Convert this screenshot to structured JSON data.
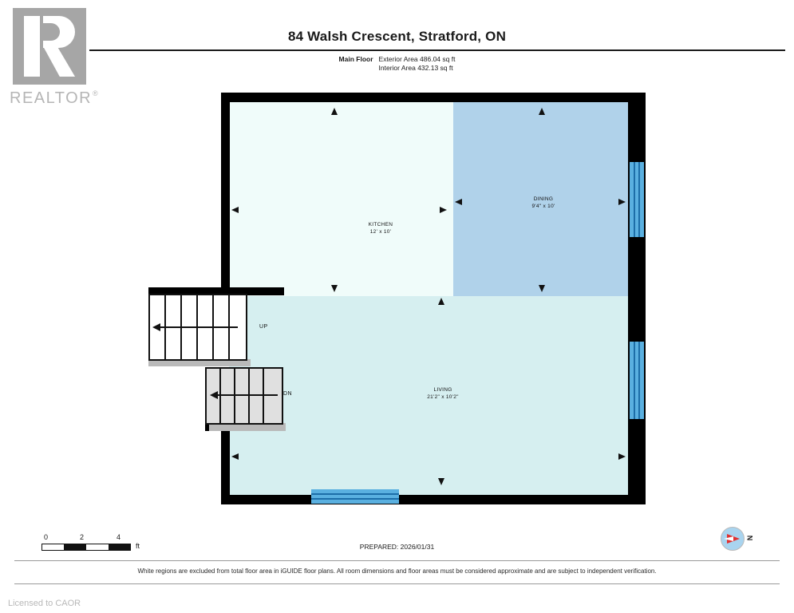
{
  "branding": {
    "logo_icon": "realtor-logo-icon",
    "wordmark": "REALTOR",
    "registered_mark": "®",
    "license_text": "Licensed to CAOR"
  },
  "header": {
    "title": "84 Walsh Crescent, Stratford, ON",
    "floor_label": "Main Floor",
    "exterior_area": "Exterior Area 486.04 sq ft",
    "interior_area": "Interior Area 432.13 sq ft"
  },
  "floorplan": {
    "rooms": [
      {
        "id": "kitchen",
        "name": "KITCHEN",
        "dimensions": "12' x 10'",
        "fill": "#f0fcfa"
      },
      {
        "id": "dining",
        "name": "DINING",
        "dimensions": "9'4\" x 10'",
        "fill": "#b0d2ea"
      },
      {
        "id": "living",
        "name": "LIVING",
        "dimensions": "21'2\" x 10'2\"",
        "fill": "#d6eff0"
      }
    ],
    "stairs": [
      {
        "id": "up",
        "label": "UP",
        "direction_icon": "arrow-left-icon",
        "treads": 6,
        "fill": "#ffffff"
      },
      {
        "id": "dn",
        "label": "DN",
        "direction_icon": "arrow-left-icon",
        "treads": 5,
        "fill": "#e0e0e0"
      }
    ],
    "windows": [
      {
        "id": "right-upper",
        "wall": "right"
      },
      {
        "id": "right-lower",
        "wall": "right"
      },
      {
        "id": "bottom",
        "wall": "bottom"
      }
    ],
    "wall_color": "#000000",
    "window_color": "#5ab0e0"
  },
  "scale": {
    "ticks": [
      "0",
      "2",
      "4"
    ],
    "unit": "ft"
  },
  "compass": {
    "label": "N",
    "needle_color": "#e03030",
    "dial_color": "#a9d4ef"
  },
  "footer": {
    "prepared": "PREPARED: 2026/01/31",
    "disclaimer": "White regions are excluded from total floor area in iGUIDE floor plans. All room dimensions and floor areas must be considered approximate and are subject to independent verification."
  }
}
